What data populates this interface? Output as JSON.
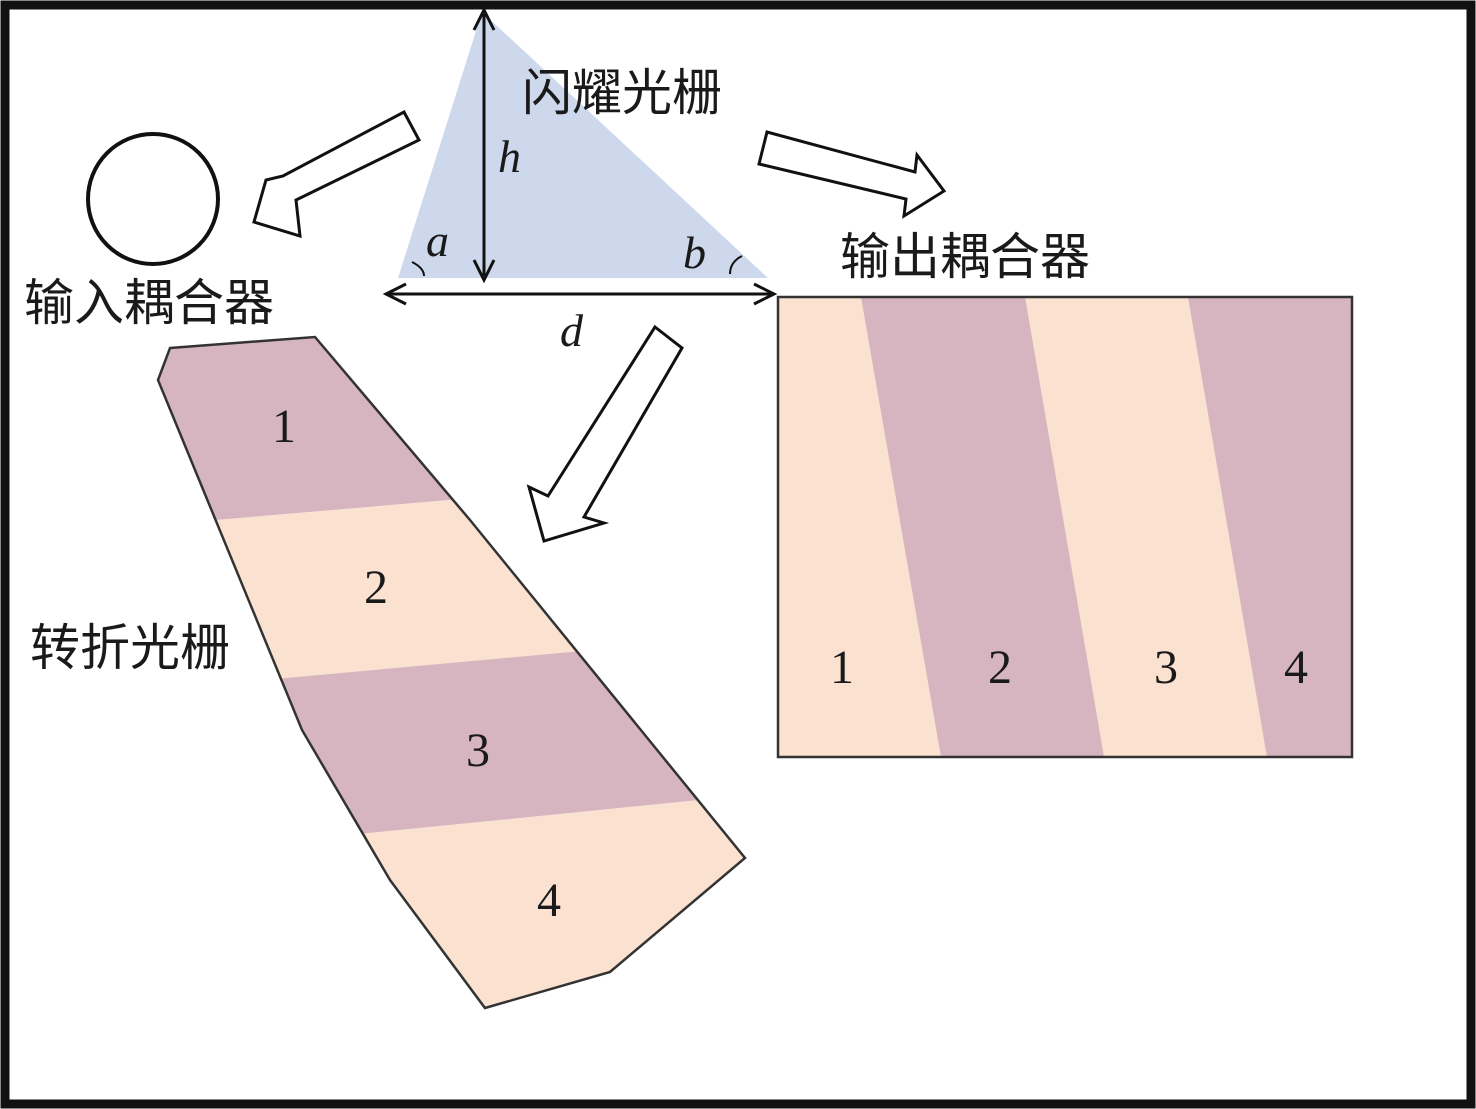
{
  "labels": {
    "blazed_grating": "闪耀光栅",
    "input_coupler": "输入耦合器",
    "output_coupler": "输出耦合器",
    "turning_grating": "转折光栅"
  },
  "variables": {
    "height": "h",
    "angle_a": "a",
    "angle_b": "b",
    "period": "d"
  },
  "turning_grating_regions": [
    "1",
    "2",
    "3",
    "4"
  ],
  "output_coupler_regions": [
    "1",
    "2",
    "3",
    "4"
  ],
  "colors": {
    "triangle_fill": "#cdd8ec",
    "band_purple": "#d6b5c0",
    "band_peach": "#fbe1d0",
    "outline": "#222222"
  }
}
